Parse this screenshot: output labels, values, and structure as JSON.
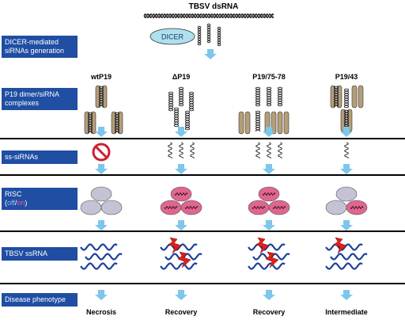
{
  "title": "TBSV dsRNA",
  "dicer_label": "DICER",
  "columns": [
    "wtP19",
    "ΔP19",
    "P19/75-78",
    "P19/43"
  ],
  "rows": {
    "dicer": "DICER-mediated siRNAs generation",
    "p19": "P19 dimer/siRNA complexes",
    "ss": "ss-siRNAs",
    "risc_main": "RISC",
    "risc_off": "off",
    "risc_slash": "/",
    "risc_on": "on",
    "tbsv": "TBSV ssRNA",
    "disease": "Disease phenotype"
  },
  "phenotypes": [
    "Necrosis",
    "Recovery",
    "Recovery",
    "Intermediate"
  ],
  "risc_states": [
    [
      "off",
      "off",
      "off"
    ],
    [
      "on",
      "on",
      "on"
    ],
    [
      "on",
      "on",
      "on"
    ],
    [
      "off",
      "off",
      "on"
    ]
  ],
  "cleavage": [
    0,
    2,
    2,
    1
  ],
  "colors": {
    "label_bg": "#1f4ea3",
    "arrow": "#7cc7ea",
    "dicer": "#aee0ee",
    "p19": "#b59e78",
    "risc_off": "#c4c3d6",
    "risc_on": "#e0668f",
    "ssrna": "#1b3f9c",
    "bolt": "#e0201a",
    "block": "#cc1f2f",
    "off_text": "#9db7ff",
    "on_text": "#ff4fa0"
  }
}
